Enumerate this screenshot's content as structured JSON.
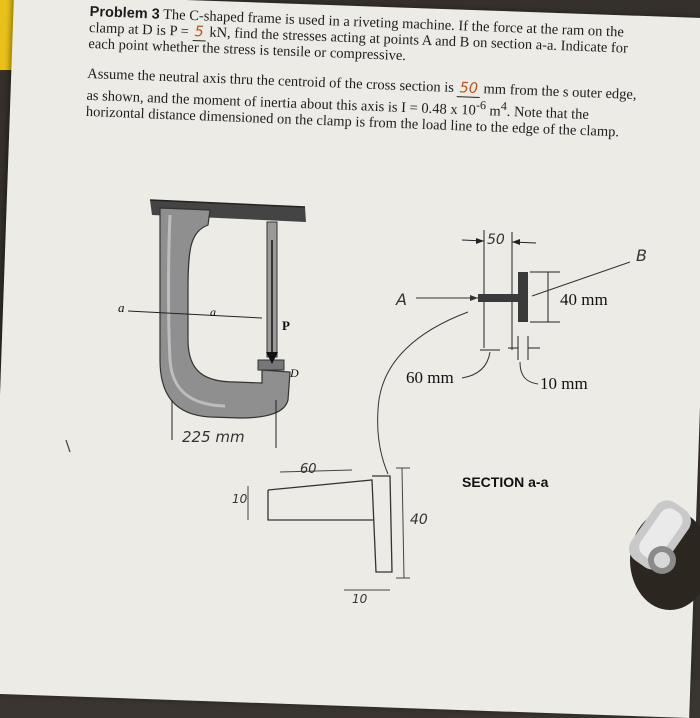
{
  "problem": {
    "heading": "Problem 3",
    "line1": " The C-shaped frame is used in a riveting machine. If the force at the ram on the clamp at D is P = ",
    "force_value": "5",
    "line1b": " kN, find the stresses acting at points A and B on section a-a. Indicate for each point whether the stress is tensile or compressive.",
    "line2a": "Assume the neutral axis thru the centroid of the cross section is ",
    "na_value": "50",
    "line2b": " mm from the s outer edge, as shown, and the moment of inertia about this axis is I = 0.48 x 10",
    "exp": "-6",
    "line2c": " m",
    "exp2": "4",
    "line2d": ". Note that the horizontal distance dimensioned on the clamp is from the load line to the edge of the clamp."
  },
  "figure": {
    "label_a_left": "a",
    "label_a_mid": "a",
    "label_P": "P",
    "label_D": "D",
    "dim_225": "225 mm",
    "sec_50": "50",
    "sec_B": "B",
    "sec_A": "A",
    "sec_40": "40 mm",
    "sec_60": "60 mm",
    "sec_10": "10 mm",
    "section_title": "SECTION a-a",
    "sk_60": "60",
    "sk_10_left": "10",
    "sk_40": "40",
    "sk_10_bottom": "10"
  },
  "colors": {
    "paper": "#ecebe6",
    "frame": "#8a8a8a",
    "ink": "#222222"
  }
}
